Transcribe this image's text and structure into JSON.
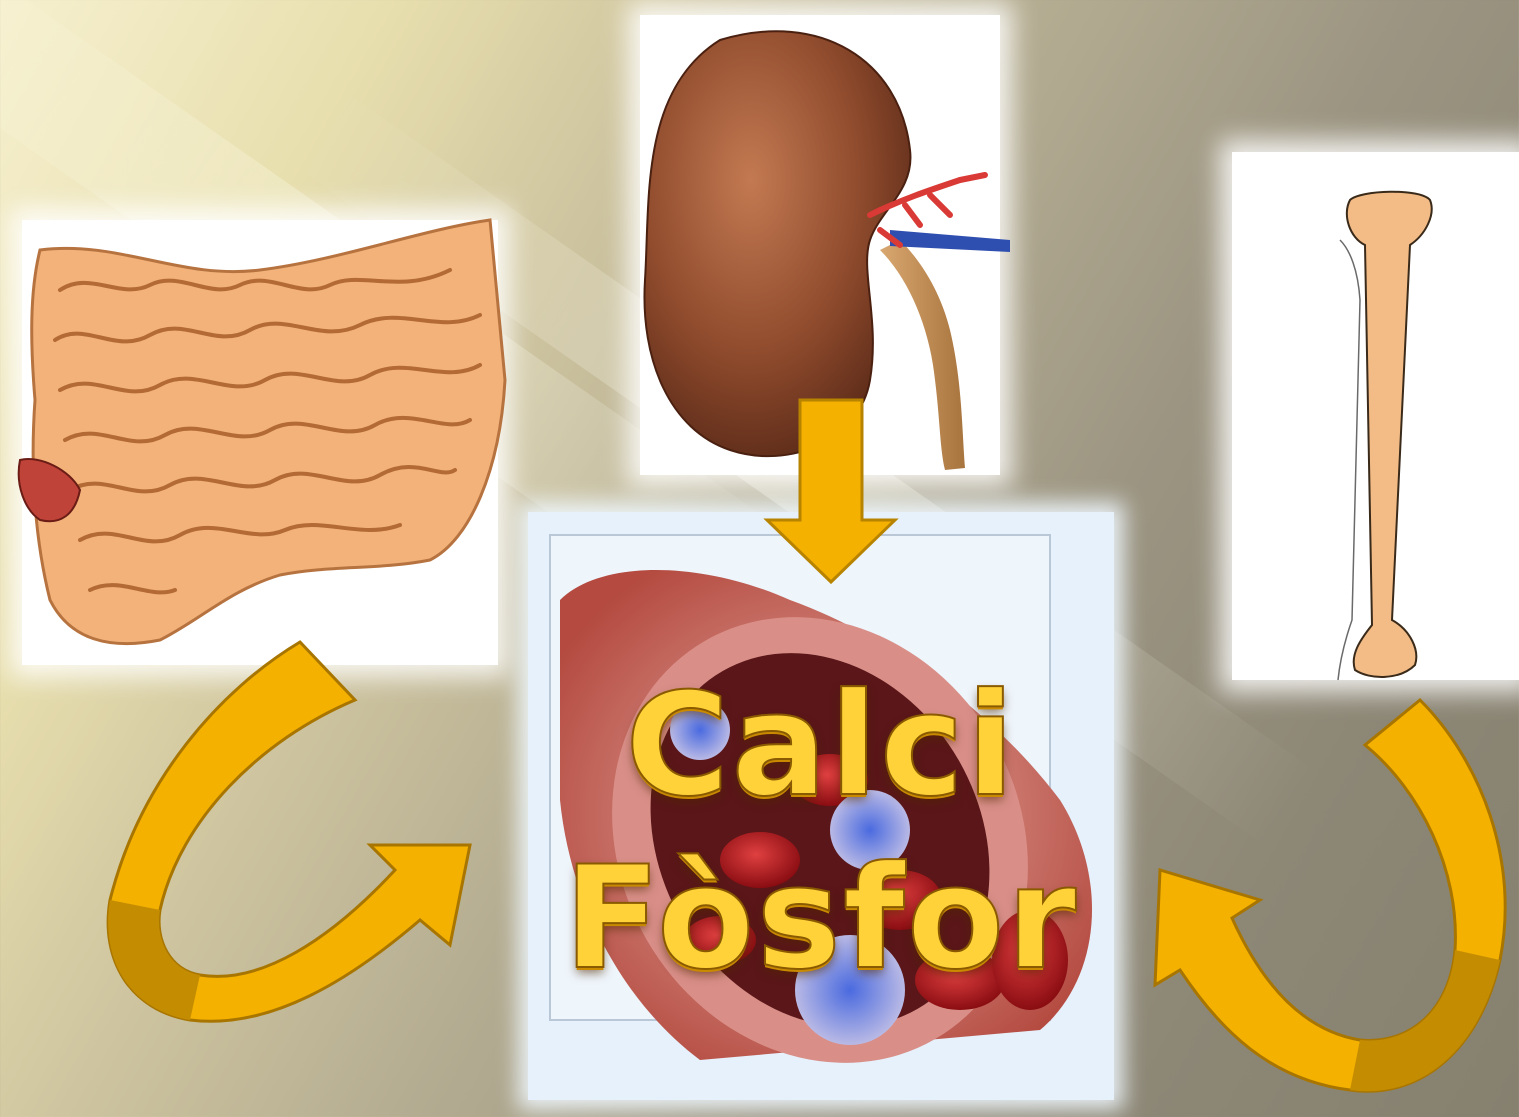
{
  "labels": {
    "line1": "Calci",
    "line2": "Fòsfor"
  },
  "organs": [
    {
      "id": "intestine",
      "icon": "intestine-icon"
    },
    {
      "id": "kidney",
      "icon": "kidney-icon"
    },
    {
      "id": "bone",
      "icon": "bone-icon"
    },
    {
      "id": "blood-vessel",
      "icon": "blood-vessel-icon"
    }
  ],
  "colors": {
    "arrow_fill": "#f5b100",
    "arrow_stroke": "#b88400",
    "label_fill": "#ffd23a"
  }
}
